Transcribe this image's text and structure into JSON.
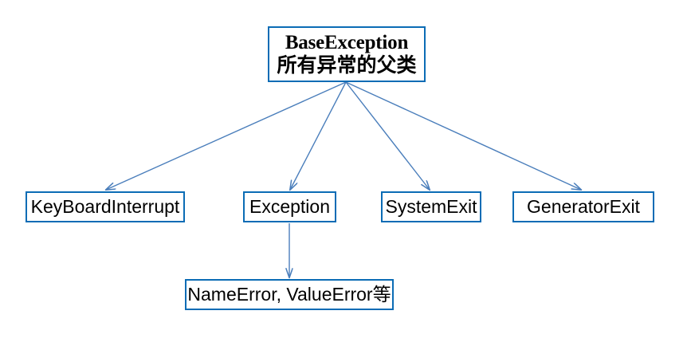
{
  "diagram": {
    "type": "hierarchy-tree",
    "title_visible": false,
    "background_color": "#ffffff",
    "line_color": "#4a7ebb",
    "border_color": "#0b6cb5",
    "text_color": "#000000",
    "nodes": {
      "root": {
        "latin": "BaseException",
        "cjk": "所有异常的父类"
      },
      "children": [
        {
          "label": "KeyBoardInterrupt"
        },
        {
          "label": "Exception"
        },
        {
          "label": "SystemExit"
        },
        {
          "label": "GeneratorExit"
        }
      ],
      "grandchild": {
        "label": "NameError, ValueError等"
      }
    },
    "edges": [
      {
        "from": "root",
        "to": "KeyBoardInterrupt"
      },
      {
        "from": "root",
        "to": "Exception"
      },
      {
        "from": "root",
        "to": "SystemExit"
      },
      {
        "from": "root",
        "to": "GeneratorExit"
      },
      {
        "from": "Exception",
        "to": "NameError, ValueError等"
      }
    ]
  }
}
